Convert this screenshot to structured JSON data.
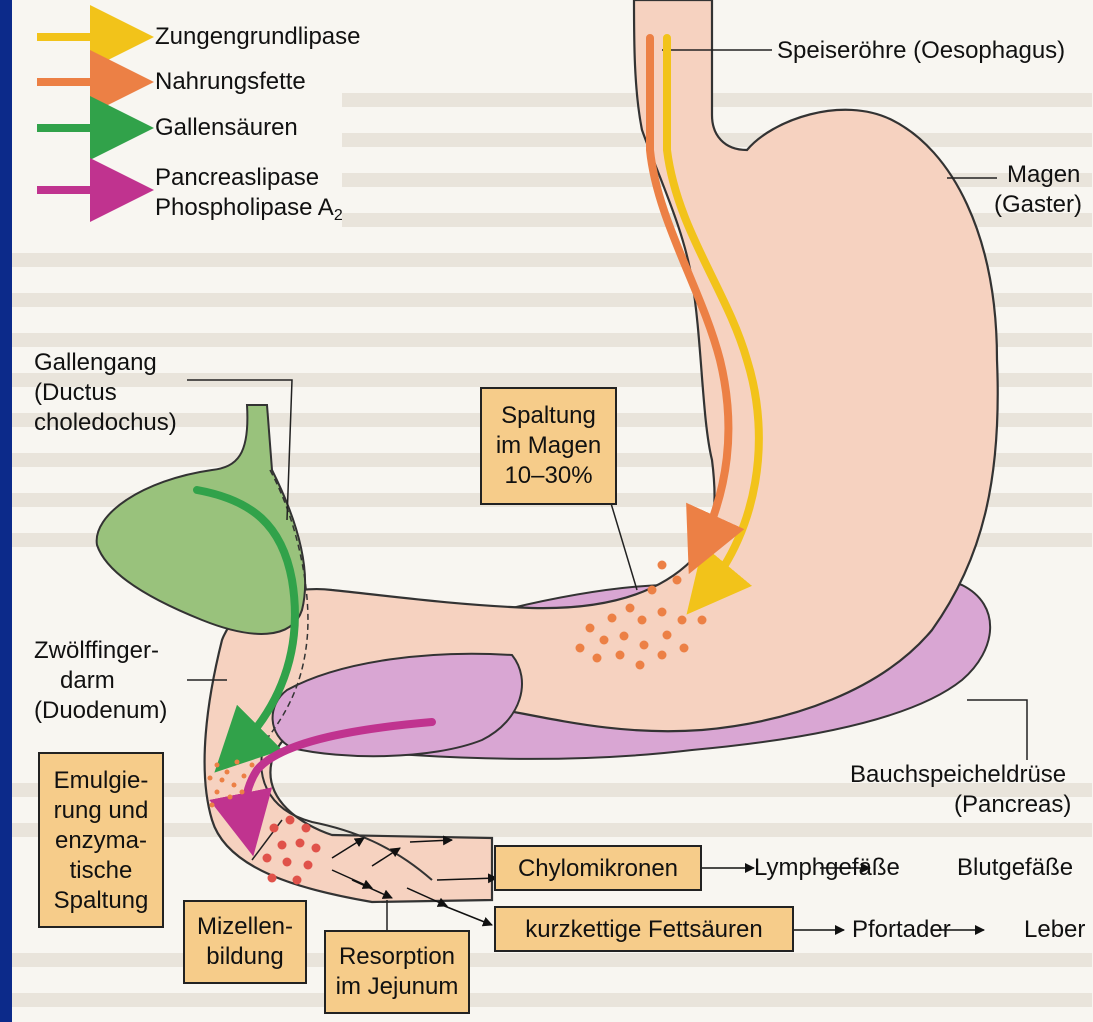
{
  "legend": [
    {
      "label": "Zungengrundlipase",
      "color": "#f2c31a"
    },
    {
      "label": "Nahrungsfette",
      "color": "#ec8045"
    },
    {
      "label": "Gallensäuren",
      "color": "#31a24a"
    },
    {
      "label": "Pancreaslipase",
      "color": "#c0338f"
    },
    {
      "label": "Phospholipase A",
      "subscript": "2",
      "color": "#c0338f"
    }
  ],
  "labels": {
    "oesophagus": "Speiseröhre (Oesophagus)",
    "magen_1": "Magen",
    "magen_2": "(Gaster)",
    "gallengang_1": "Gallengang",
    "gallengang_2": "(Ductus",
    "gallengang_3": "choledochus)",
    "duodenum_1": "Zwölffinger-",
    "duodenum_2": "darm",
    "duodenum_3": "(Duodenum)",
    "pancreas_1": "Bauchspeicheldrüse",
    "pancreas_2": "(Pancreas)",
    "lymph": "Lymphgefäße",
    "blut": "Blutgefäße",
    "pfortader": "Pfortader",
    "leber": "Leber"
  },
  "boxes": {
    "spaltung_magen": [
      "Spaltung",
      "im Magen",
      "10–30%"
    ],
    "emulgierung": [
      "Emulgie-",
      "rung und",
      "enzyma-",
      "tische",
      "Spaltung"
    ],
    "mizellen": [
      "Mizellen-",
      "bildung"
    ],
    "resorption": [
      "Resorption",
      "im Jejunum"
    ],
    "chylomikronen": [
      "Chylomikronen"
    ],
    "fettsaeuren": [
      "kurzkettige Fettsäuren"
    ]
  },
  "colors": {
    "stomach": "#f6d2c0",
    "gallbladder": "#99c27c",
    "pancreas": "#d9a6d3",
    "box": "#f6cc8a",
    "background": "#0c2a8a"
  }
}
